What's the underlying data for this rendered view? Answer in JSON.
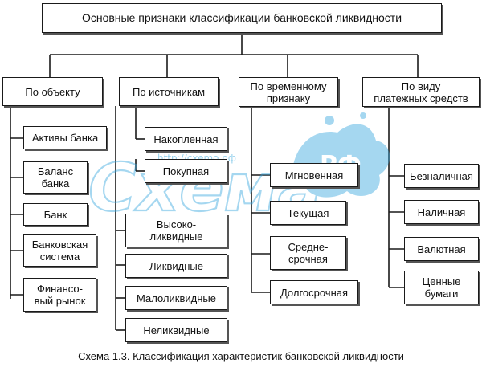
{
  "diagram": {
    "title": "Основные признаки классификации банковской ликвидности",
    "caption": "Схема 1.3. Классификация характеристик банковской ликвидности",
    "categories": [
      {
        "label": "По объекту",
        "items": [
          "Активы банка",
          "Баланс\nбанка",
          "Банк",
          "Банковская\nсистема",
          "Финансо-\nвый рынок"
        ]
      },
      {
        "label": "По источникам",
        "items": [
          "Накопленная",
          "Покупная",
          "Высоко-\nликвидные",
          "Ликвидные",
          "Малоликвидные",
          "Неликвидные"
        ]
      },
      {
        "label": "По временному\nпризнаку",
        "items": [
          "Мгновенная",
          "Текущая",
          "Средне-\nсрочная",
          "Долгосрочная"
        ]
      },
      {
        "label": "По виду\nплатежных средств",
        "items": [
          "Безналичная",
          "Наличная",
          "Валютная",
          "Ценные\nбумаги"
        ]
      }
    ]
  },
  "watermark": {
    "text": "Схема",
    "badge": "РФ",
    "url": "http://cxemo.pф",
    "color": "#3aa8e0"
  }
}
